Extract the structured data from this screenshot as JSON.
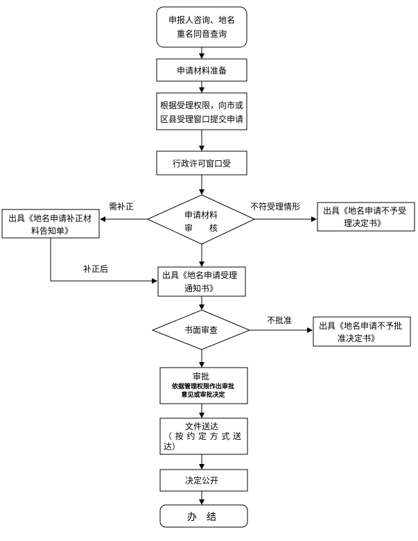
{
  "nodes": {
    "start": [
      "申报人咨询、地名",
      "重名同音查询"
    ],
    "prepare": [
      "申请材料准备"
    ],
    "submit": [
      "根据受理权限，向市或",
      "区县受理窗口提交申请"
    ],
    "window": [
      "行政许可窗口受"
    ],
    "review": [
      "申请材料",
      "审　　核"
    ],
    "correction_notice": [
      "出具《地名申请补正材",
      "料告知单》"
    ],
    "reject_accept": [
      "出具《地名申请不予受",
      "理决定书》"
    ],
    "accept_notice": [
      "出具《地名申请受理",
      "通知书》"
    ],
    "written_review": [
      "书面审查"
    ],
    "reject_approve": [
      "出具《地名申请不予批",
      "准决定书》"
    ],
    "approve": [
      "审批",
      "依据管理权限作出审批",
      "意见或审批决定"
    ],
    "deliver": [
      "文件送达",
      "（按约定方式送",
      "达）"
    ],
    "publish": [
      "决定公开"
    ],
    "end": [
      "办　结"
    ]
  },
  "edges": {
    "needs_correction": "需补正",
    "not_eligible": "不符受理情形",
    "after_correction": "补正后",
    "not_approved": "不批准"
  }
}
